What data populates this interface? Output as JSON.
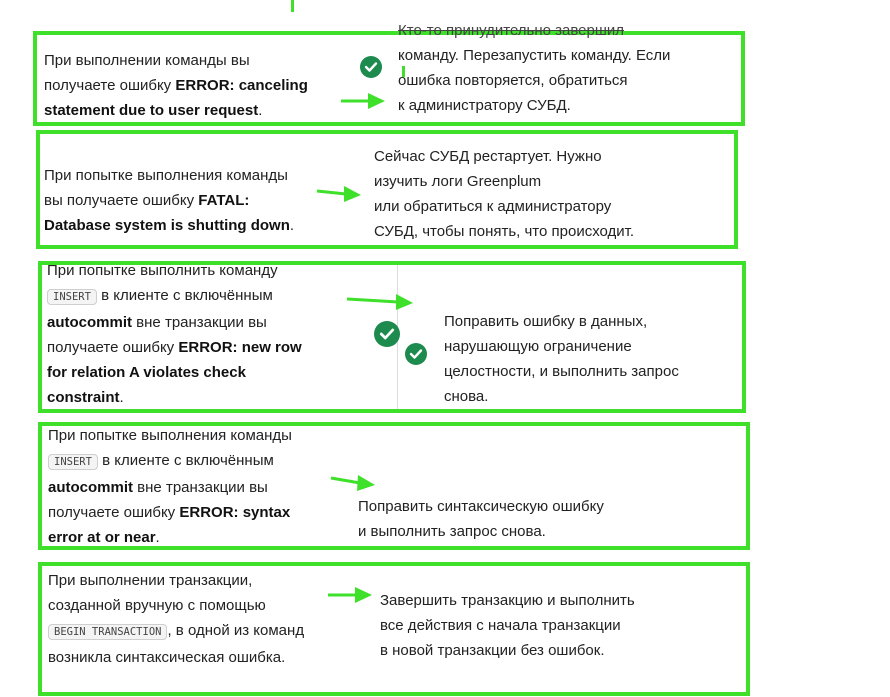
{
  "rows": [
    {
      "left": {
        "l1": "При выполнении команды вы",
        "l2_pre": "получаете ошибку ",
        "l2_bold": "ERROR: canceling",
        "l3_bold": "statement due to user request",
        "l3_post": "."
      },
      "right": {
        "l1": "Кто-то принудительно завершил",
        "l2": "команду. Перезапустить команду. Если",
        "l3": "ошибка повторяется, обратиться",
        "l4": "к администратору СУБД."
      }
    },
    {
      "left": {
        "l1": "При попытке выполнения команды",
        "l2_pre": "вы получаете ошибку ",
        "l2_bold": "FATAL:",
        "l3_bold": "Database system is shutting down",
        "l3_post": "."
      },
      "right": {
        "l1": "Сейчас СУБД рестартует. Нужно",
        "l2": "изучить логи Greenplum",
        "l3": "или обратиться к администратору",
        "l4": "СУБД, чтобы понять, что происходит."
      }
    },
    {
      "left": {
        "l1": "При попытке выполнить команду",
        "l2_code": "INSERT",
        "l2_post": " в клиенте с включённым",
        "l3_bold": "autocommit",
        "l3_post": " вне транзакции вы",
        "l4_pre": "получаете ошибку ",
        "l4_bold": "ERROR: new row",
        "l5_bold": "for relation A violates check",
        "l6_bold": "constraint",
        "l6_post": "."
      },
      "right": {
        "l1": "Поправить ошибку в данных,",
        "l2": "нарушающую ограничение",
        "l3": "целостности, и выполнить запрос",
        "l4": "снова."
      }
    },
    {
      "left": {
        "l1": "При попытке выполнения команды",
        "l2_code": "INSERT",
        "l2_post": " в клиенте с включённым",
        "l3_bold": "autocommit",
        "l3_post": " вне транзакции вы",
        "l4_pre": "получаете ошибку ",
        "l4_bold": "ERROR: syntax",
        "l5_bold": "error at or near",
        "l5_post": "."
      },
      "right": {
        "l1": "Поправить синтаксическую ошибку",
        "l2": "и выполнить запрос снова."
      }
    },
    {
      "left": {
        "l1": "При выполнении транзакции,",
        "l2": "созданной вручную с помощью",
        "l3_code": "BEGIN TRANSACTION",
        "l3_post": ", в одной из команд",
        "l4": "возникла синтаксическая ошибка."
      },
      "right": {
        "l1": "Завершить транзакцию и выполнить",
        "l2": "все действия с начала транзакции",
        "l3": "в новой транзакции без ошибок."
      }
    }
  ],
  "colors": {
    "highlight": "#3ee02a",
    "check": "#1d8a4e"
  },
  "icons": {
    "arrow": "arrow-right-icon",
    "check": "check-circle-icon"
  }
}
